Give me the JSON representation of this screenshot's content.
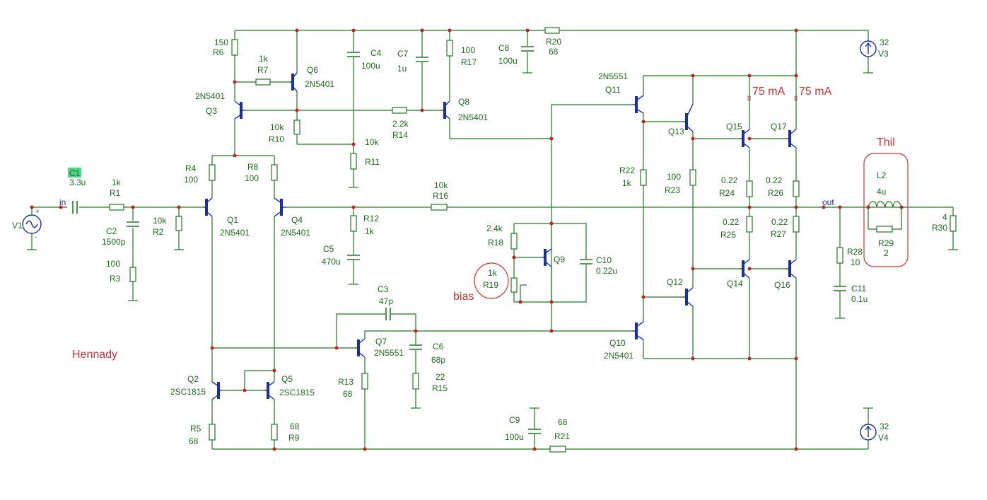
{
  "annotations": {
    "author": "Hennady",
    "bias": "bias",
    "thil": "Thil",
    "current_a": "75 mA",
    "current_b": "75 mA"
  },
  "nets": {
    "in": "in",
    "out": "out"
  },
  "components": {
    "C1": {
      "ref": "C1",
      "value": "3.3u"
    },
    "R1": {
      "ref": "R1",
      "value": "1k"
    },
    "C2": {
      "ref": "C2",
      "value": "1500p"
    },
    "R3": {
      "ref": "R3",
      "value": "100"
    },
    "R2": {
      "ref": "R2",
      "value": "10k"
    },
    "V1": {
      "ref": "V1"
    },
    "R6": {
      "ref": "R6",
      "value": "150"
    },
    "R7": {
      "ref": "R7",
      "value": "1k"
    },
    "Q6": {
      "ref": "Q6",
      "value": "2N5401"
    },
    "Q3": {
      "ref": "Q3",
      "value": "2N5401"
    },
    "R10": {
      "ref": "R10",
      "value": "10k"
    },
    "C4": {
      "ref": "C4",
      "value": "100u"
    },
    "C7": {
      "ref": "C7",
      "value": "1u"
    },
    "R11": {
      "ref": "R11",
      "value": "10k"
    },
    "R14": {
      "ref": "R14",
      "value": "2.2k"
    },
    "R17": {
      "ref": "R17",
      "value": "100"
    },
    "Q8": {
      "ref": "Q8",
      "value": "2N5401"
    },
    "C8": {
      "ref": "C8",
      "value": "100u"
    },
    "R20": {
      "ref": "R20",
      "value": "68"
    },
    "V3": {
      "ref": "V3",
      "value": "32"
    },
    "V4": {
      "ref": "V4",
      "value": "32"
    },
    "R4": {
      "ref": "R4",
      "value": "100"
    },
    "R8": {
      "ref": "R8",
      "value": "100"
    },
    "Q1": {
      "ref": "Q1",
      "value": "2N5401"
    },
    "Q4": {
      "ref": "Q4",
      "value": "2N5401"
    },
    "R12": {
      "ref": "R12",
      "value": "1k"
    },
    "C5": {
      "ref": "C5",
      "value": "470u"
    },
    "R16": {
      "ref": "R16",
      "value": "10k"
    },
    "R18": {
      "ref": "R18",
      "value": "2.4k"
    },
    "R19": {
      "ref": "R19",
      "value": "1k"
    },
    "Q9": {
      "ref": "Q9"
    },
    "C10": {
      "ref": "C10",
      "value": "0.22u"
    },
    "C3": {
      "ref": "C3",
      "value": "47p"
    },
    "Q7": {
      "ref": "Q7",
      "value": "2N5551"
    },
    "C6": {
      "ref": "C6",
      "value": "68p"
    },
    "R13": {
      "ref": "R13",
      "value": "68"
    },
    "R15": {
      "ref": "R15",
      "value": "22"
    },
    "Q2": {
      "ref": "Q2",
      "value": "2SC1815"
    },
    "Q5": {
      "ref": "Q5",
      "value": "2SC1815"
    },
    "R5": {
      "ref": "R5",
      "value": "68"
    },
    "R9": {
      "ref": "R9",
      "value": "68"
    },
    "C9": {
      "ref": "C9",
      "value": "100u"
    },
    "R21": {
      "ref": "R21",
      "value": "68"
    },
    "Q11": {
      "ref": "Q11",
      "value": "2N5551"
    },
    "Q10": {
      "ref": "Q10",
      "value": "2N5401"
    },
    "Q12": {
      "ref": "Q12"
    },
    "Q13": {
      "ref": "Q13"
    },
    "R22": {
      "ref": "R22",
      "value": "1k"
    },
    "R23": {
      "ref": "R23",
      "value": "100"
    },
    "Q15": {
      "ref": "Q15"
    },
    "Q17": {
      "ref": "Q17"
    },
    "Q14": {
      "ref": "Q14"
    },
    "Q16": {
      "ref": "Q16"
    },
    "R24": {
      "ref": "R24",
      "value": "0.22"
    },
    "R25": {
      "ref": "R25",
      "value": "0.22"
    },
    "R26": {
      "ref": "R26",
      "value": "0.22"
    },
    "R27": {
      "ref": "R27",
      "value": "0.22"
    },
    "R28": {
      "ref": "R28",
      "value": "10"
    },
    "C11": {
      "ref": "C11",
      "value": "0.1u"
    },
    "L2": {
      "ref": "L2",
      "value": "4u"
    },
    "R29": {
      "ref": "R29",
      "value": "2"
    },
    "R30": {
      "ref": "R30",
      "value": "4"
    }
  }
}
